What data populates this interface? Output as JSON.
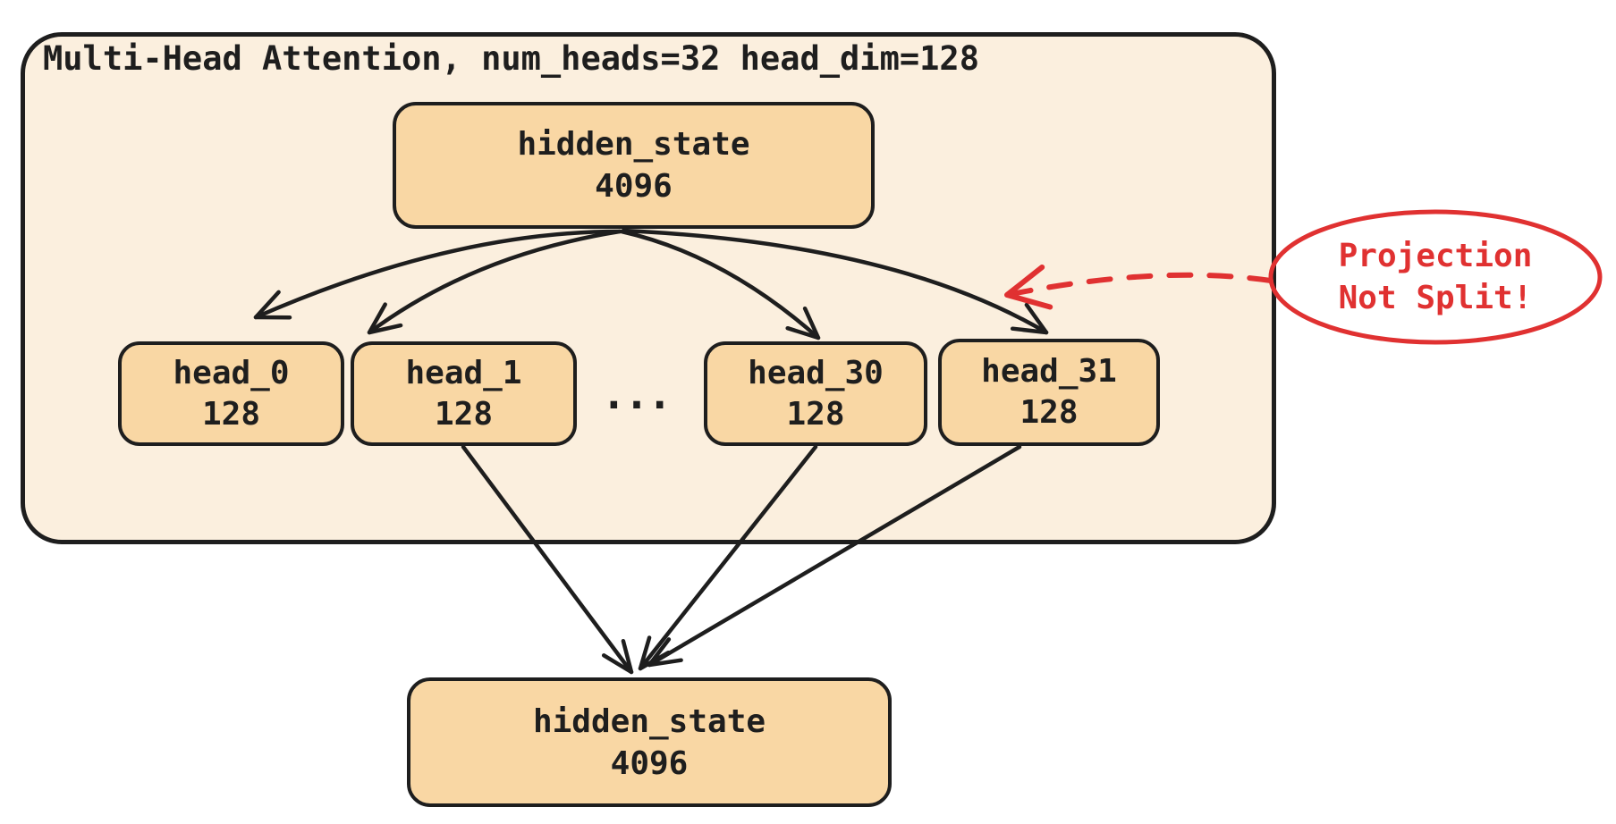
{
  "title": "Multi-Head Attention, num_heads=32 head_dim=128",
  "input_box": {
    "label": "hidden_state",
    "dim": "4096"
  },
  "heads": [
    {
      "label": "head_0",
      "dim": "128"
    },
    {
      "label": "head_1",
      "dim": "128"
    },
    {
      "label": "head_30",
      "dim": "128"
    },
    {
      "label": "head_31",
      "dim": "128"
    }
  ],
  "ellipsis": "...",
  "output_box": {
    "label": "hidden_state",
    "dim": "4096"
  },
  "annotation": {
    "line1": "Projection",
    "line2": "Not Split!"
  },
  "colors": {
    "stroke": "#1e1e1e",
    "annotation_red": "#e03131",
    "box_fill": "#f9d7a4",
    "container_fill": "#fbefde",
    "page_bg": "#ffffff"
  }
}
